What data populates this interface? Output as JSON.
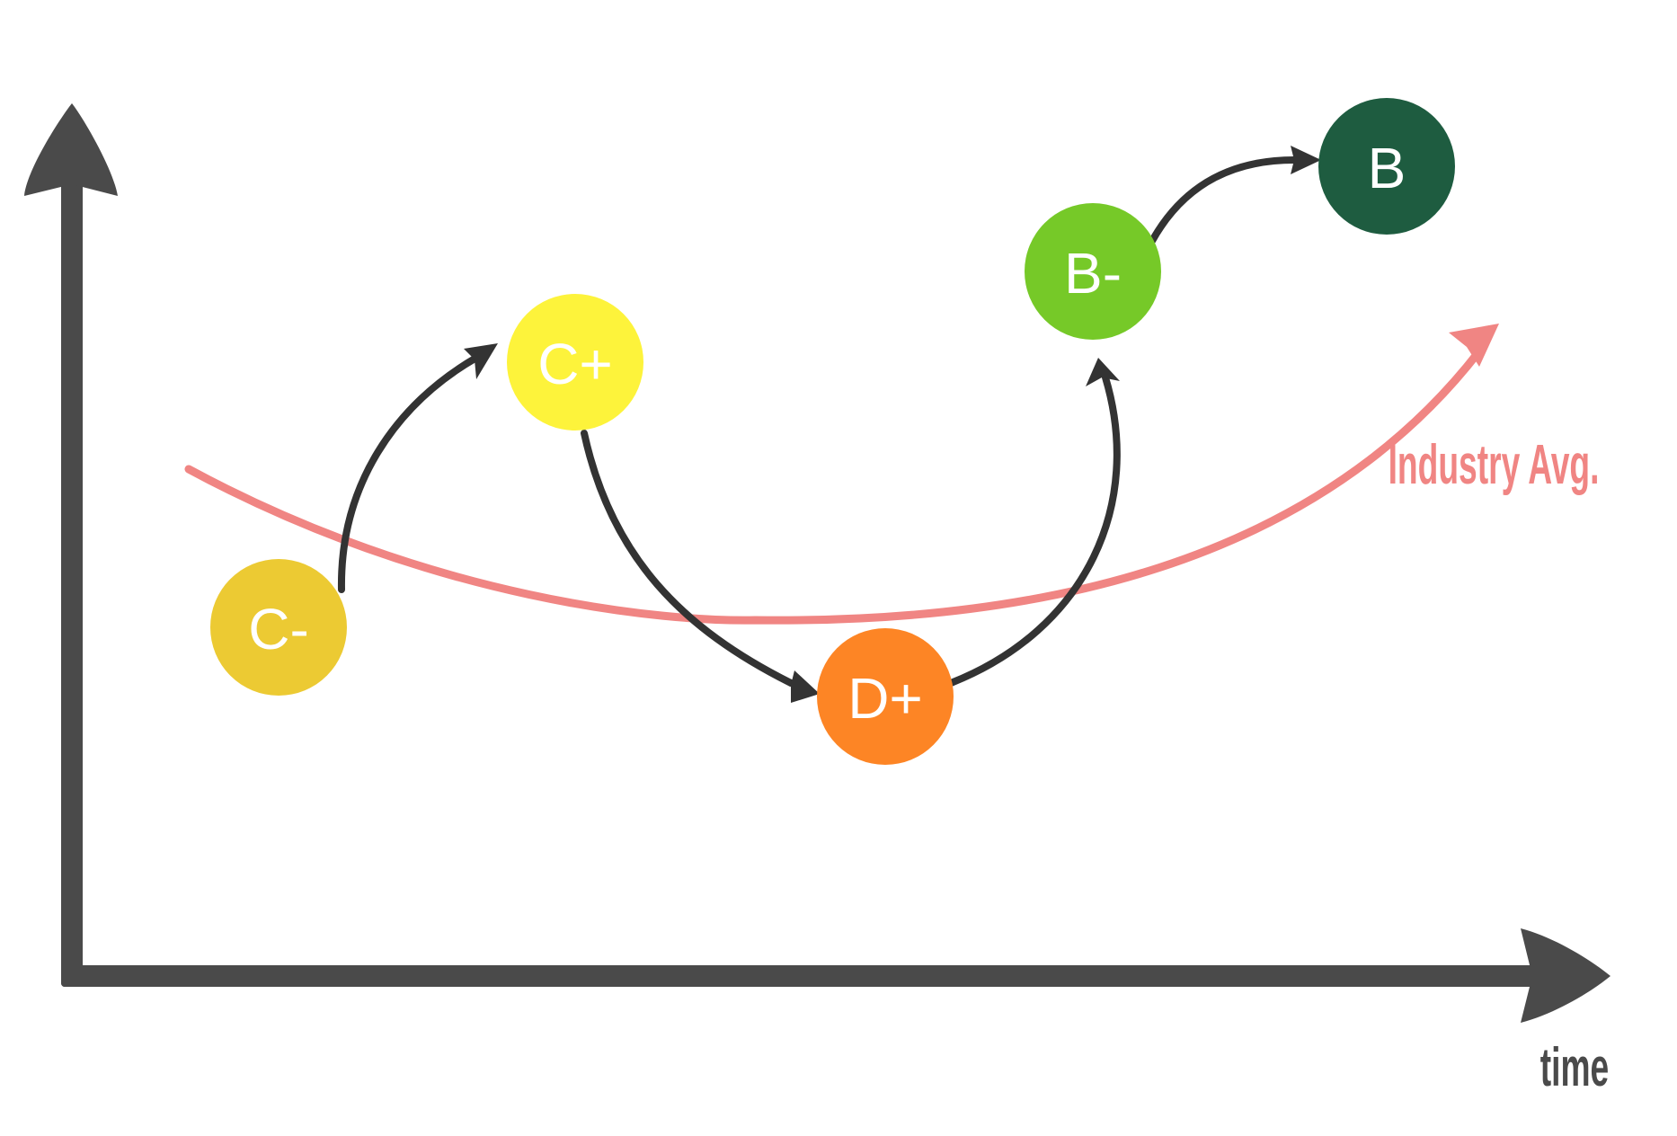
{
  "axes": {
    "x_label": "time",
    "y_label": ""
  },
  "trend": {
    "label": "Industry Avg.",
    "color": "#f08583"
  },
  "grades": [
    {
      "id": "c-minus",
      "label": "C-",
      "color": "#ecca33"
    },
    {
      "id": "c-plus",
      "label": "C+",
      "color": "#fdf33b"
    },
    {
      "id": "d-plus",
      "label": "D+",
      "color": "#fd8525"
    },
    {
      "id": "b-minus",
      "label": "B-",
      "color": "#76c928"
    },
    {
      "id": "b",
      "label": "B",
      "color": "#1e5c40"
    }
  ],
  "colors": {
    "axis": "#4a4a4a",
    "arrow": "#333333",
    "label_text": "#ffffff"
  }
}
